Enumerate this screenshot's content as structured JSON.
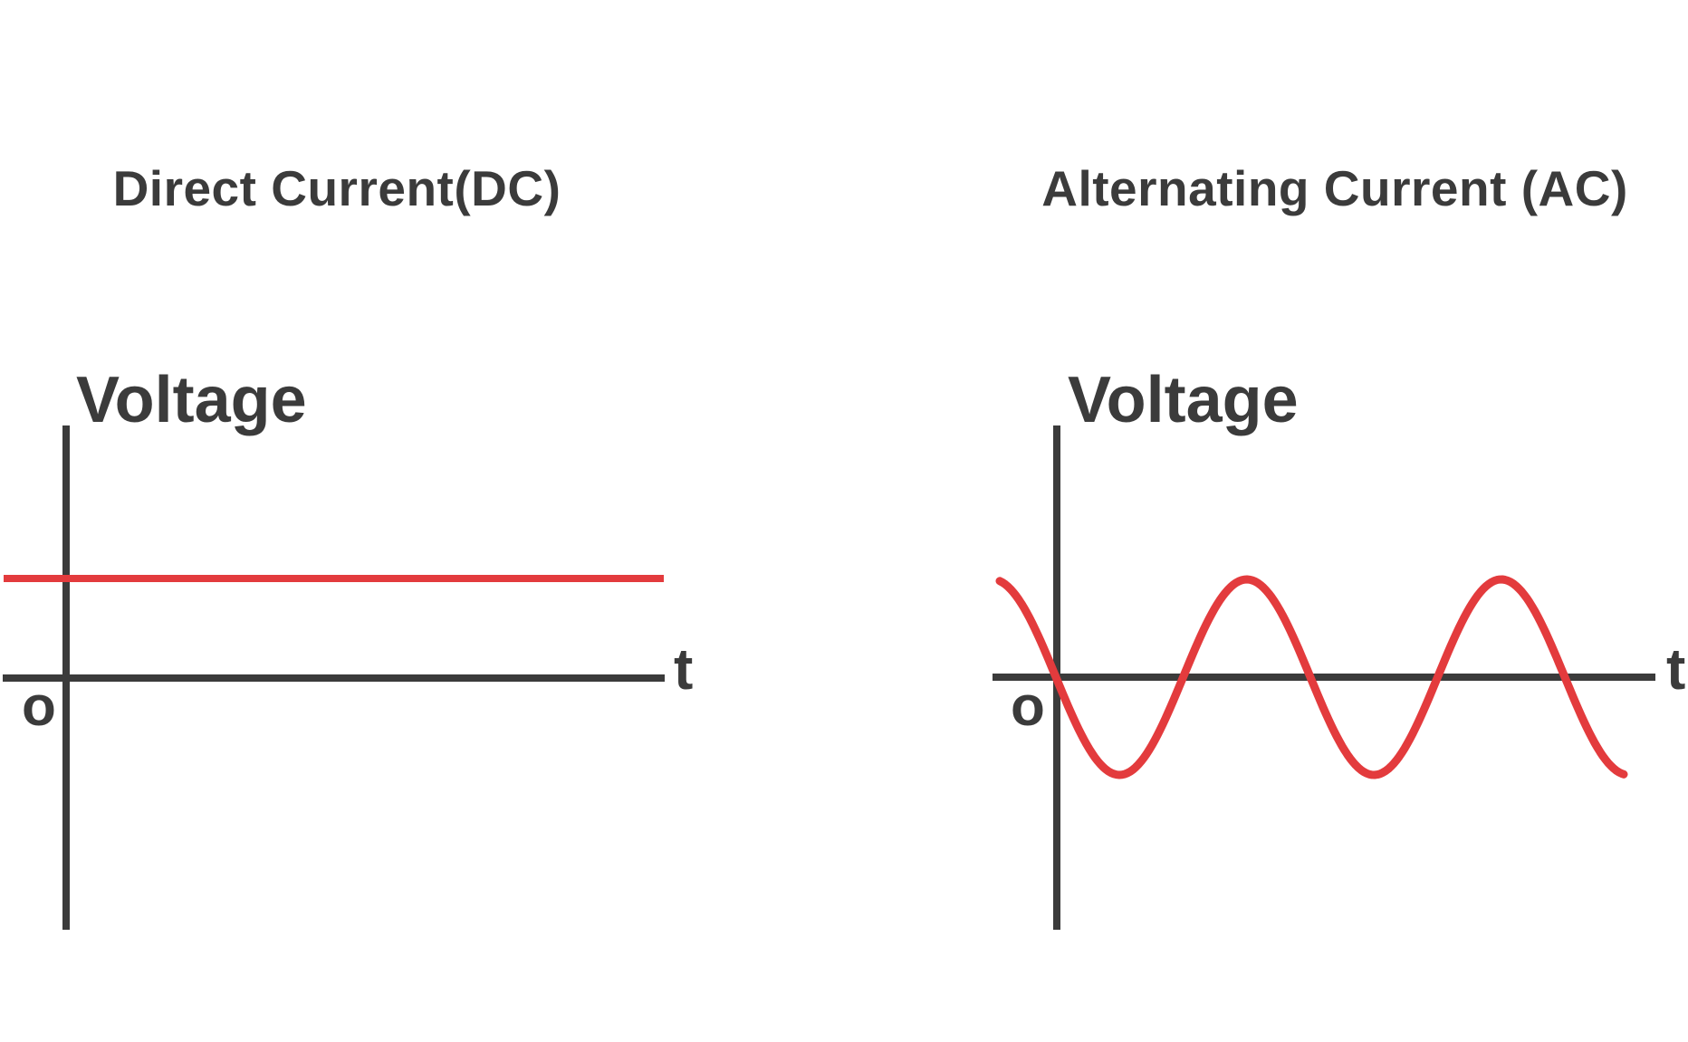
{
  "figure": {
    "background": "#ffffff",
    "colors": {
      "axis": "#3b3b3b",
      "text": "#3b3b3b",
      "accent_red": "#e33b3d"
    }
  },
  "panels": [
    {
      "id": "dc",
      "title": "Direct Current(DC)",
      "y_axis_label": "Voltage",
      "x_axis_label": "t",
      "origin_label": "o",
      "signal_type": "constant",
      "signal_description": "Flat red line at a constant positive voltage level above the time axis, extending past the left of the voltage axis"
    },
    {
      "id": "ac",
      "title": "Alternating Current (AC)",
      "y_axis_label": "Voltage",
      "x_axis_label": "t",
      "origin_label": "o",
      "signal_type": "sine",
      "signal_description": "Red sine wave oscillating symmetrically above and below the time axis, about two and a half cycles shown, descending through zero at the origin"
    }
  ]
}
